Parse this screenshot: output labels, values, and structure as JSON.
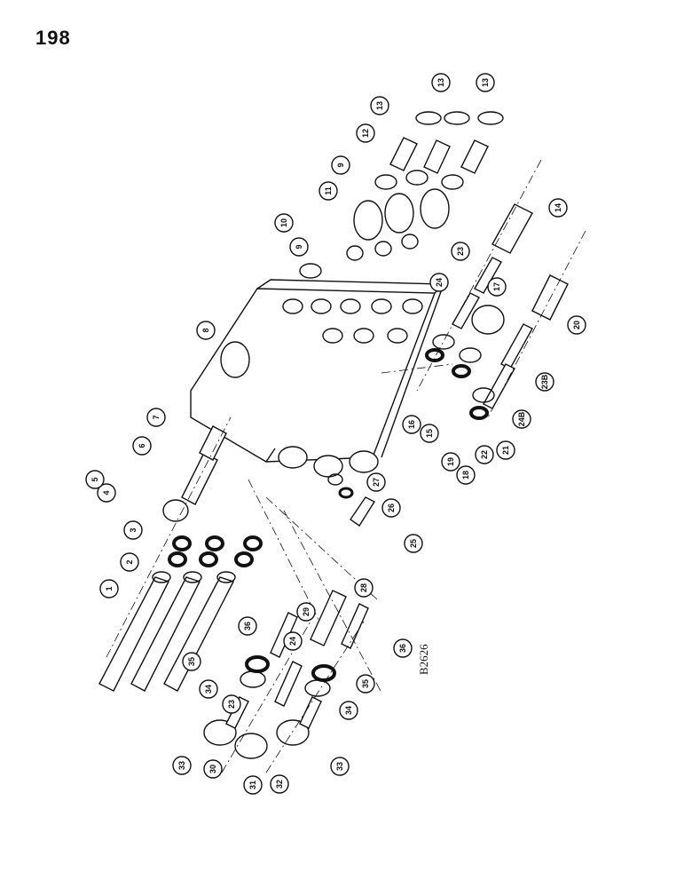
{
  "page": {
    "number": "198",
    "ref_code": "B2626"
  },
  "callouts": [
    {
      "id": "c1",
      "label": "1"
    },
    {
      "id": "c2",
      "label": "2"
    },
    {
      "id": "c3",
      "label": "3"
    },
    {
      "id": "c4",
      "label": "4"
    },
    {
      "id": "c5",
      "label": "5"
    },
    {
      "id": "c6",
      "label": "6"
    },
    {
      "id": "c7",
      "label": "7"
    },
    {
      "id": "c8",
      "label": "8"
    },
    {
      "id": "c9a",
      "label": "9"
    },
    {
      "id": "c9b",
      "label": "9"
    },
    {
      "id": "c10",
      "label": "10"
    },
    {
      "id": "c11",
      "label": "11"
    },
    {
      "id": "c12",
      "label": "12"
    },
    {
      "id": "c13a",
      "label": "13"
    },
    {
      "id": "c13b",
      "label": "13"
    },
    {
      "id": "c13c",
      "label": "13"
    },
    {
      "id": "c14",
      "label": "14"
    },
    {
      "id": "c15",
      "label": "15"
    },
    {
      "id": "c16",
      "label": "16"
    },
    {
      "id": "c17",
      "label": "17"
    },
    {
      "id": "c18",
      "label": "18"
    },
    {
      "id": "c19",
      "label": "19"
    },
    {
      "id": "c20",
      "label": "20"
    },
    {
      "id": "c21",
      "label": "21"
    },
    {
      "id": "c22",
      "label": "22"
    },
    {
      "id": "c23a",
      "label": "23"
    },
    {
      "id": "c23b",
      "label": "23"
    },
    {
      "id": "c23B",
      "label": "23B"
    },
    {
      "id": "c24a",
      "label": "24"
    },
    {
      "id": "c24b",
      "label": "24"
    },
    {
      "id": "c24B",
      "label": "24B"
    },
    {
      "id": "c25",
      "label": "25"
    },
    {
      "id": "c26",
      "label": "26"
    },
    {
      "id": "c27",
      "label": "27"
    },
    {
      "id": "c28",
      "label": "28"
    },
    {
      "id": "c29",
      "label": "29"
    },
    {
      "id": "c30",
      "label": "30"
    },
    {
      "id": "c31",
      "label": "31"
    },
    {
      "id": "c32",
      "label": "32"
    },
    {
      "id": "c33a",
      "label": "33"
    },
    {
      "id": "c33b",
      "label": "33"
    },
    {
      "id": "c34a",
      "label": "34"
    },
    {
      "id": "c34b",
      "label": "34"
    },
    {
      "id": "c35a",
      "label": "35"
    },
    {
      "id": "c35b",
      "label": "35"
    },
    {
      "id": "c36a",
      "label": "36"
    },
    {
      "id": "c36b",
      "label": "36"
    }
  ]
}
